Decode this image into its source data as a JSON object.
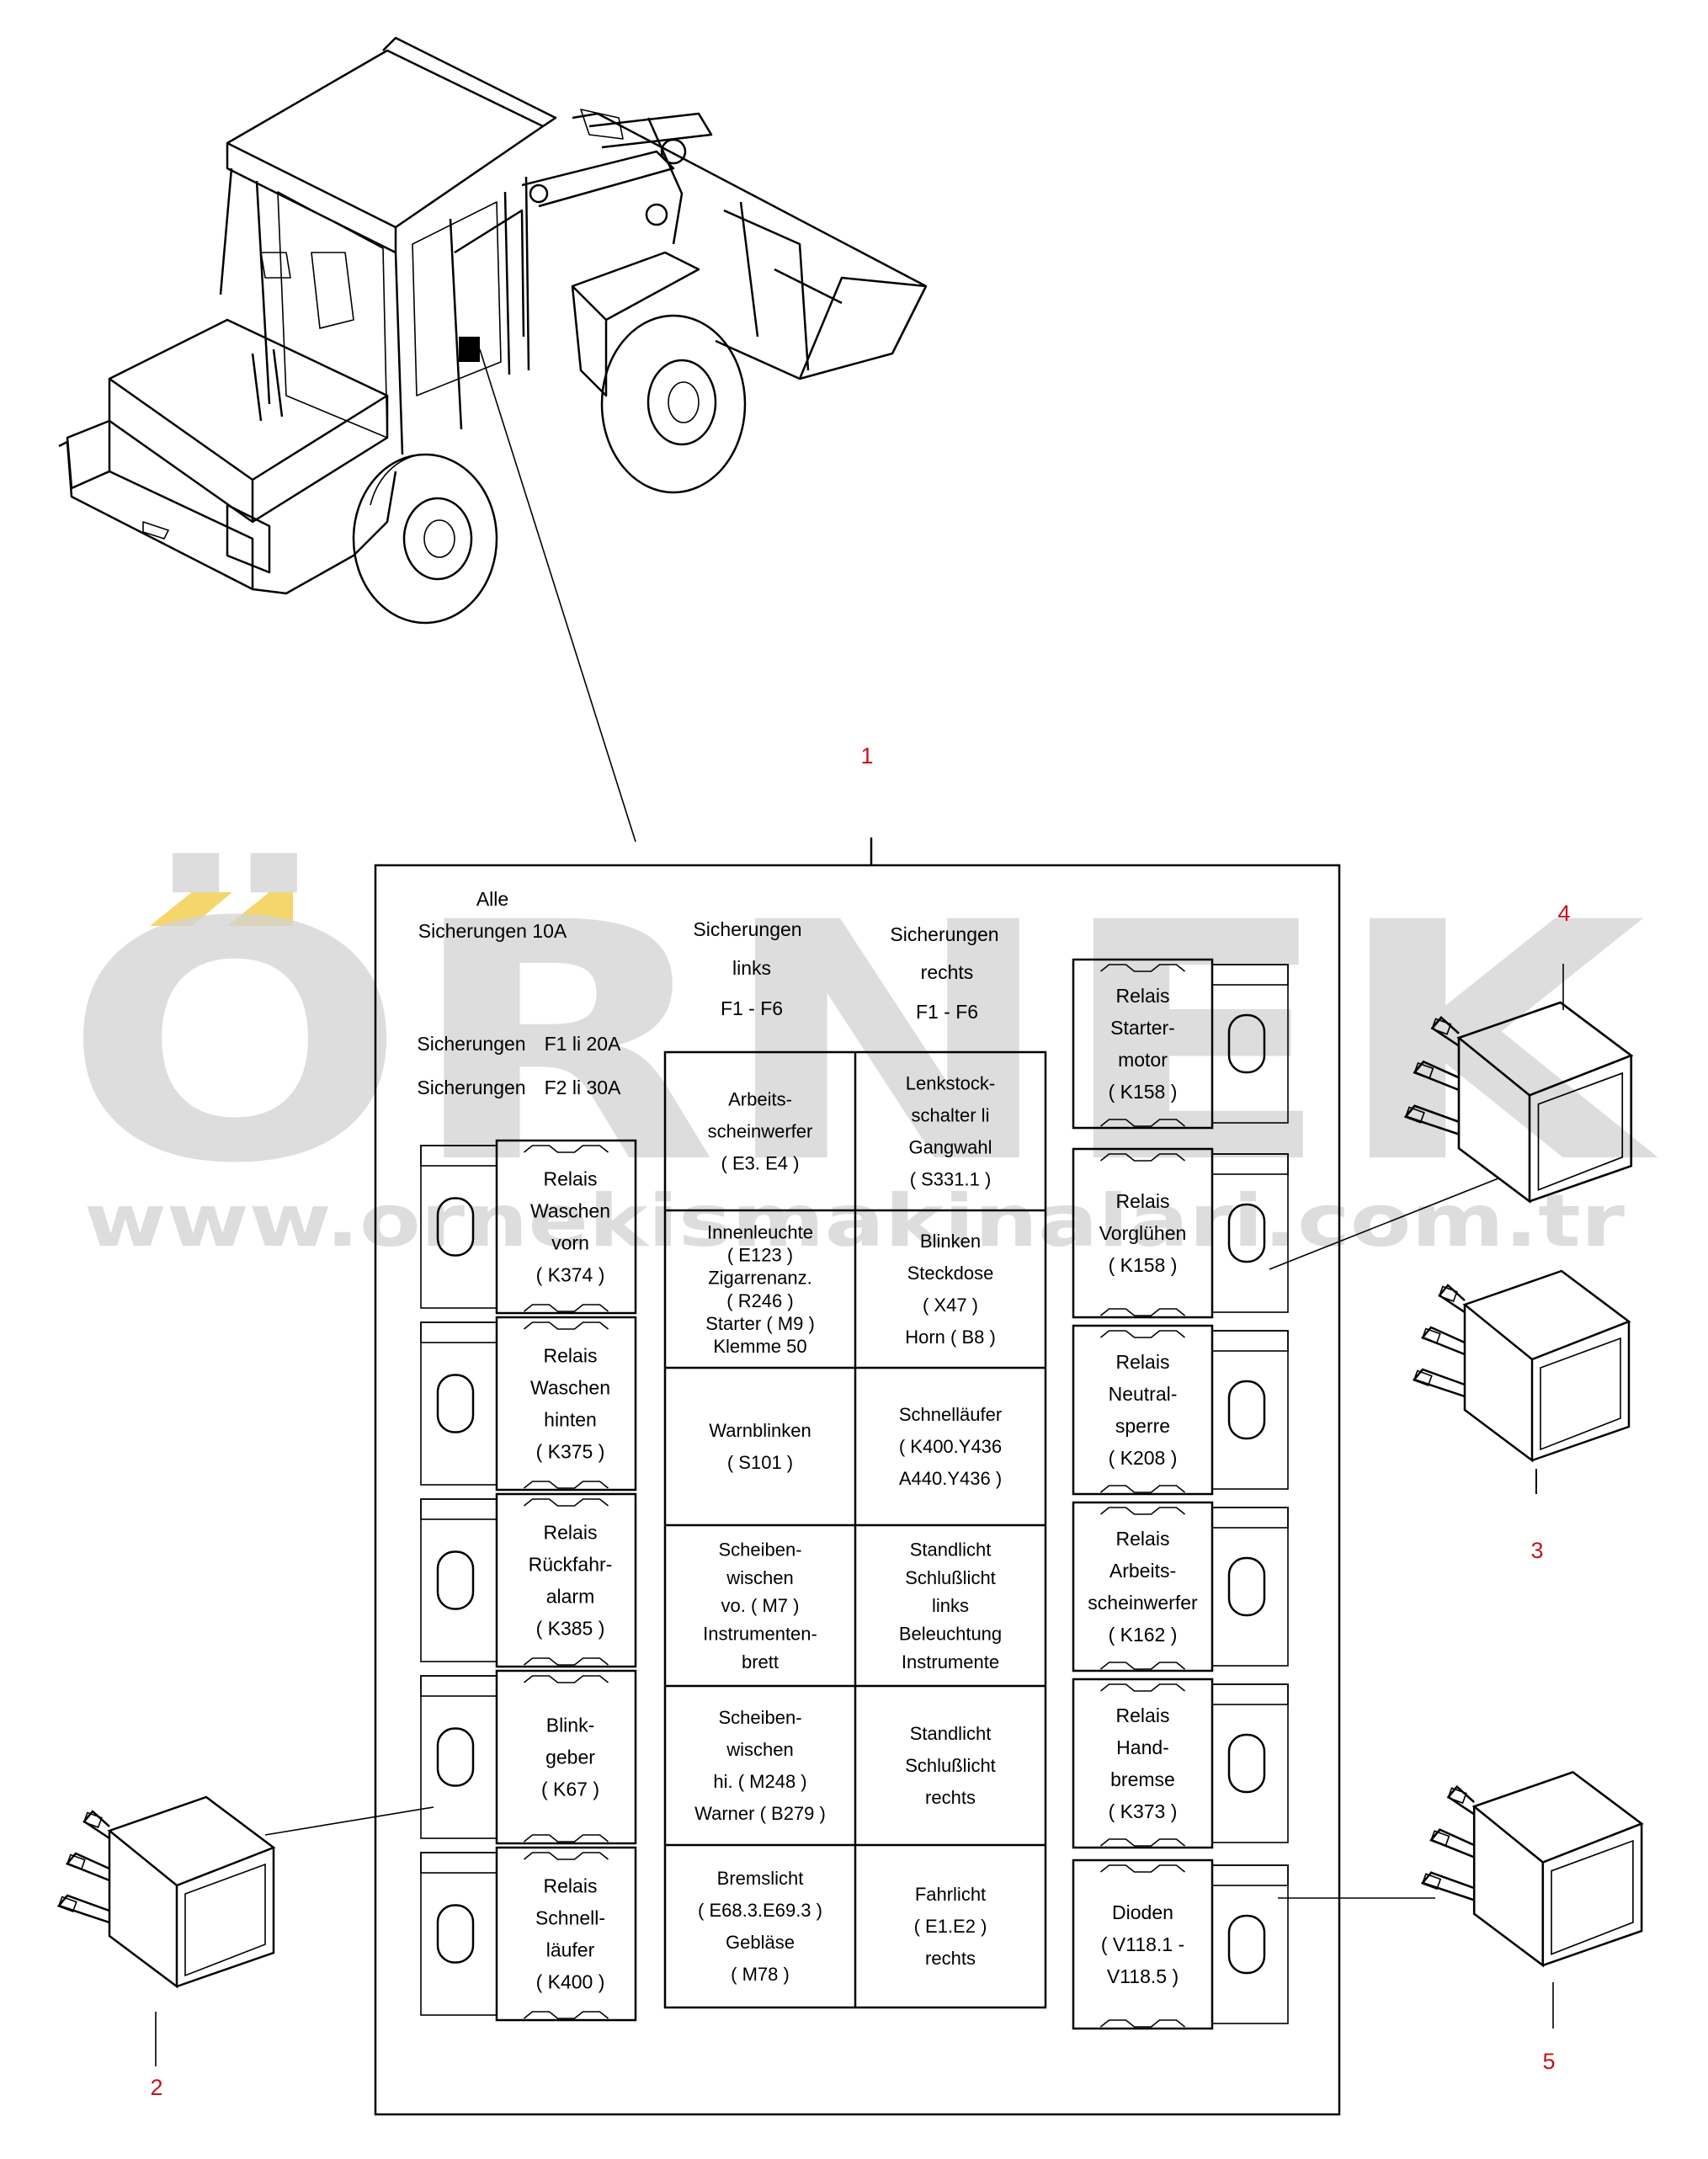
{
  "watermark": {
    "brand": "ÖRNEK",
    "url": "www.ornekismakinalari.com.tr",
    "accent_color": "#f4d66a",
    "text_color": "#d0d0d0"
  },
  "callouts": [
    "1",
    "2",
    "3",
    "4",
    "5"
  ],
  "panel": {
    "header_left": [
      "Alle",
      "Sicherungen 10A"
    ],
    "header_links": [
      "Sicherungen",
      "links",
      "F1 - F6"
    ],
    "header_rechts": [
      "Sicherungen",
      "rechts",
      "F1 - F6"
    ],
    "fuse_notes": [
      {
        "label": "Sicherungen",
        "value": "F1 li 20A"
      },
      {
        "label": "Sicherungen",
        "value": "F2 li 30A"
      }
    ],
    "left_relays": [
      [
        "Relais",
        "Waschen",
        "vorn",
        "( K374 )"
      ],
      [
        "Relais",
        "Waschen",
        "hinten",
        "( K375 )"
      ],
      [
        "Relais",
        "Rückfahr-",
        "alarm",
        "( K385 )"
      ],
      [
        "Blink-",
        "geber",
        "( K67 )"
      ],
      [
        "Relais",
        "Schnell-",
        "läufer",
        "( K400 )"
      ]
    ],
    "right_relays": [
      [
        "Relais",
        "Starter-",
        "motor",
        "( K158 )"
      ],
      [
        "Relais",
        "Vorglühen",
        "( K158 )"
      ],
      [
        "Relais",
        "Neutral-",
        "sperre",
        "( K208 )"
      ],
      [
        "Relais",
        "Arbeits-",
        "scheinwerfer",
        "( K162 )"
      ],
      [
        "Relais",
        "Hand-",
        "bremse",
        "( K373 )"
      ],
      [
        "Dioden",
        "( V118.1 -",
        "V118.5 )"
      ]
    ],
    "fuse_grid": [
      [
        [
          "Arbeits-",
          "scheinwerfer",
          "( E3. E4 )"
        ],
        [
          "Lenkstock-",
          "schalter li",
          "Gangwahl",
          "( S331.1 )"
        ]
      ],
      [
        [
          "Innenleuchte",
          "( E123 )",
          "Zigarrenanz.",
          "( R246 )",
          "Starter ( M9 )",
          "Klemme 50"
        ],
        [
          "Blinken",
          "Steckdose",
          "( X47 )",
          "Horn ( B8 )"
        ]
      ],
      [
        [
          "Warnblinken",
          "( S101 )"
        ],
        [
          "Schnelläufer",
          "( K400.Y436",
          "A440.Y436 )"
        ]
      ],
      [
        [
          "Scheiben-",
          "wischen",
          "vo. ( M7 )",
          "Instrumenten-",
          "brett"
        ],
        [
          "Standlicht",
          "Schlußlicht",
          "links",
          "Beleuchtung",
          "Instrumente"
        ]
      ],
      [
        [
          "Scheiben-",
          "wischen",
          "hi. ( M248 )",
          "Warner ( B279 )"
        ],
        [
          "Standlicht",
          "Schlußlicht",
          "rechts"
        ]
      ],
      [
        [
          "Bremslicht",
          "( E68.3.E69.3 )",
          "Gebläse",
          "( M78 )"
        ],
        [
          "Fahrlicht",
          "( E1.E2 )",
          "rechts"
        ]
      ]
    ]
  }
}
